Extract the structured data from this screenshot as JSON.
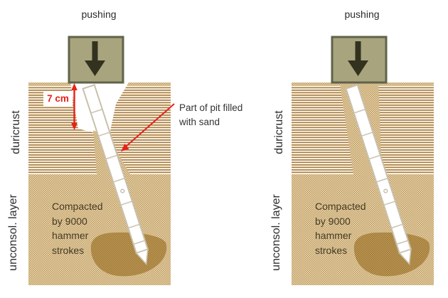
{
  "figure": {
    "panels": [
      {
        "id": "left",
        "pushing": "pushing",
        "duricrust": "duricrust",
        "unconsol": "unconsol. layer",
        "compacted": "Compacted\nby 9000\nhammer\nstrokes"
      },
      {
        "id": "right",
        "pushing": "pushing",
        "duricrust": "duricrust",
        "unconsol": "unconsol. layer",
        "compacted": "Compacted\nby 9000\nhammer\nstrokes"
      }
    ],
    "annotations": {
      "depth": "7 cm",
      "pit_note": "Part of pit filled\nwith sand"
    },
    "colors": {
      "annotation_red": "#e8211a",
      "duricrust_stripe_brown": "#a97d3e",
      "sand_checker_light": "#e9dcb6",
      "sand_checker_dark": "#bf985e",
      "compacted_light": "#c29e5e",
      "compacted_dark": "#9b7430",
      "pusher_fill": "#a8a47e",
      "pusher_border": "#60634a",
      "push_arrow": "#32321f",
      "mole_outline": "#c9c0ac",
      "label_text": "#2e2e2e",
      "compacted_text": "#463b26"
    }
  }
}
